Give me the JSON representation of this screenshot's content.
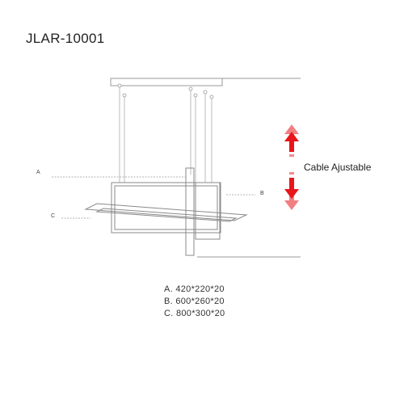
{
  "product": {
    "title": "JLAR-10001"
  },
  "callouts": {
    "a": "A",
    "b": "B",
    "c": "C"
  },
  "adjust": {
    "label": "Cable Ajustable",
    "icon": "double-arrow-icon",
    "color": "#e8151b"
  },
  "specs": [
    {
      "text": "A. 420*220*20"
    },
    {
      "text": "B. 600*260*20"
    },
    {
      "text": "C. 800*300*20"
    }
  ],
  "line_color": "#888888"
}
